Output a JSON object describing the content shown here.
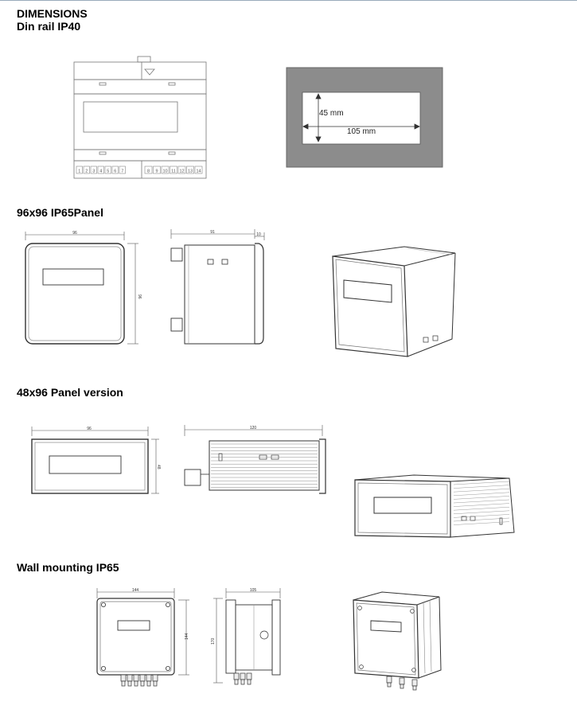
{
  "title": "DIMENSIONS",
  "sections": [
    {
      "heading": "Din rail IP40"
    },
    {
      "heading": "96x96 IP65Panel"
    },
    {
      "heading": "48x96 Panel version"
    },
    {
      "heading": "Wall mounting IP65"
    }
  ],
  "din": {
    "terminals_left": [
      "1",
      "2",
      "3",
      "4",
      "5",
      "6",
      "7"
    ],
    "terminals_right": [
      "8",
      "9",
      "10",
      "11",
      "12",
      "13",
      "14"
    ],
    "cutout_height": "45 mm",
    "cutout_width": "105 mm"
  },
  "panel96": {
    "width": "96",
    "height": "96",
    "depth": "91",
    "flange": "10"
  },
  "panel48": {
    "width": "96",
    "height": "48",
    "depth": "120"
  },
  "wall": {
    "width": "144",
    "height": "144",
    "depth": "105",
    "side_height": "170"
  },
  "colors": {
    "panel_gray": "#8c8c8c",
    "line": "#333333",
    "light_line": "#999999"
  }
}
